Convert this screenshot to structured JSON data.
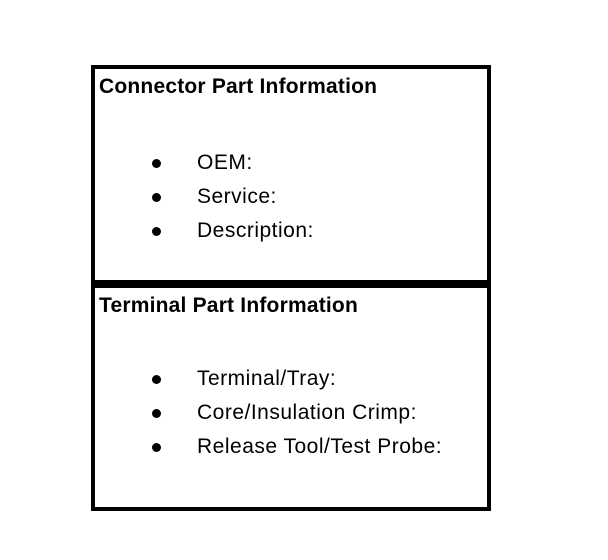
{
  "page": {
    "background_color": "#ffffff",
    "border_color": "#000000",
    "text_color": "#000000"
  },
  "sections": [
    {
      "title": "Connector Part Information",
      "items": [
        "OEM:",
        "Service:",
        "Description:"
      ]
    },
    {
      "title": "Terminal Part Information",
      "items": [
        "Terminal/Tray:",
        "Core/Insulation Crimp:",
        "Release Tool/Test Probe:"
      ]
    }
  ]
}
